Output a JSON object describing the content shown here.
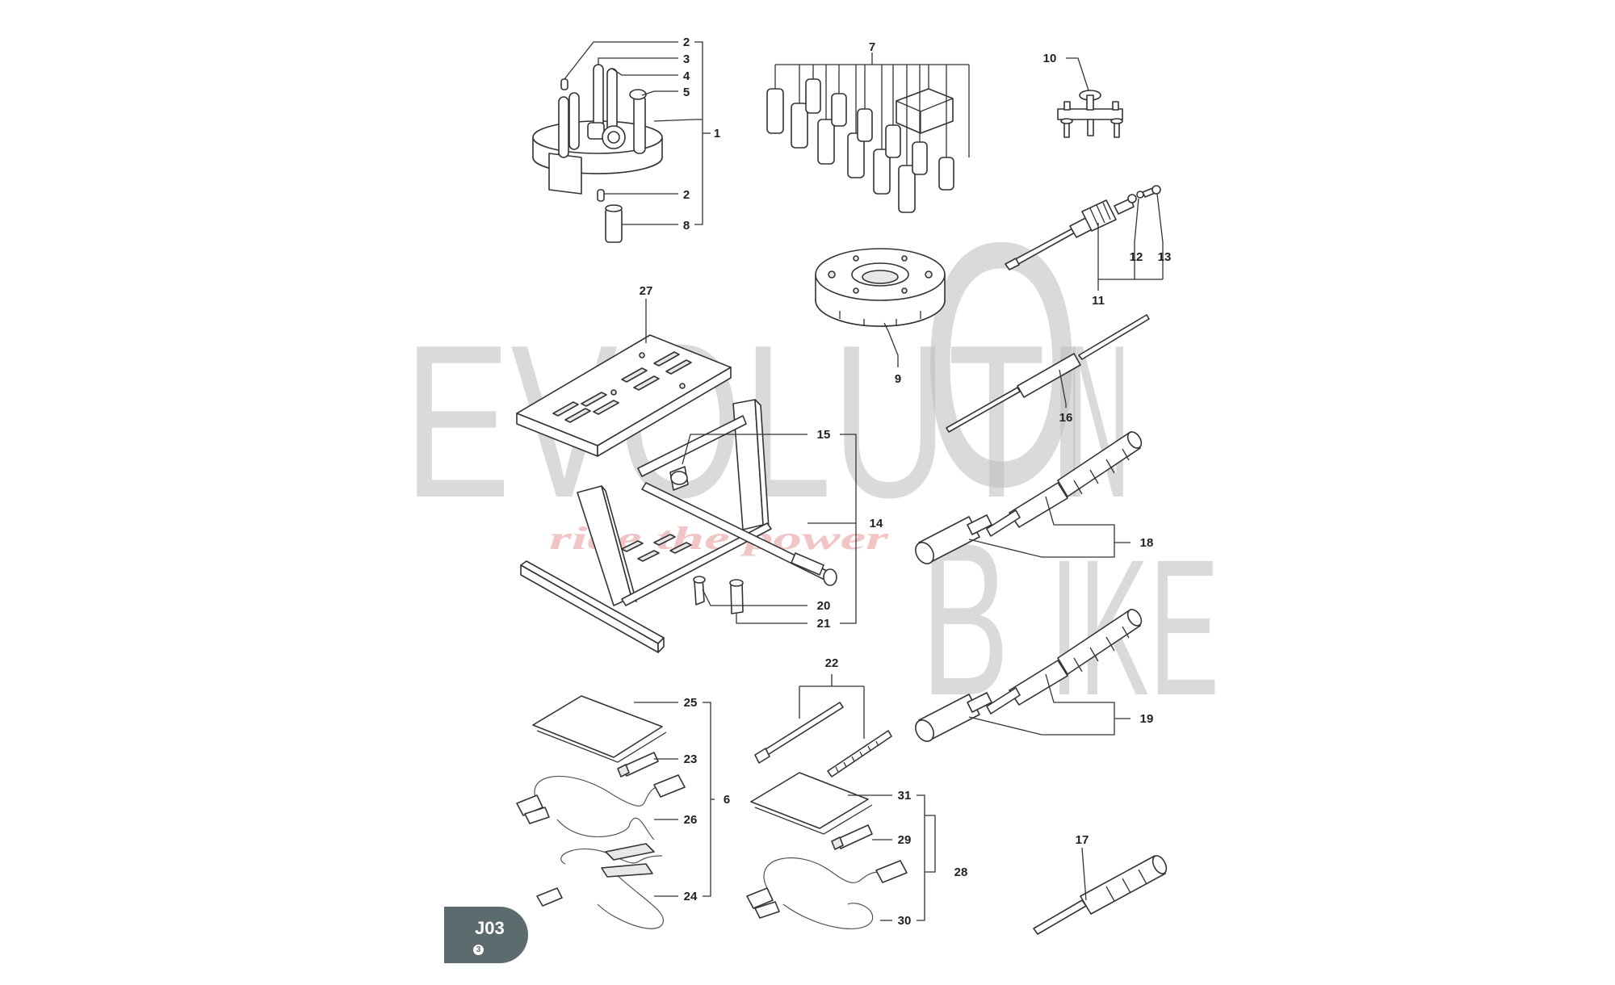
{
  "watermark": {
    "brand_left": "EVOLUTI",
    "brand_o": "O",
    "brand_n": "N",
    "brand_b": "B",
    "brand_ike": "IKE",
    "tagline": "ride the power"
  },
  "page": {
    "badge_code": "J03",
    "badge_sub": "3"
  },
  "callouts": {
    "c1": "1",
    "c2a": "2",
    "c2b": "2",
    "c3": "3",
    "c4": "4",
    "c5": "5",
    "c6": "6",
    "c7": "7",
    "c8": "8",
    "c9": "9",
    "c10": "10",
    "c11": "11",
    "c12": "12",
    "c13": "13",
    "c14": "14",
    "c15": "15",
    "c16": "16",
    "c17": "17",
    "c18": "18",
    "c19": "19",
    "c20": "20",
    "c21": "21",
    "c22": "22",
    "c23": "23",
    "c24": "24",
    "c25": "25",
    "c26": "26",
    "c27": "27",
    "c28": "28",
    "c29": "29",
    "c30": "30",
    "c31": "31"
  }
}
